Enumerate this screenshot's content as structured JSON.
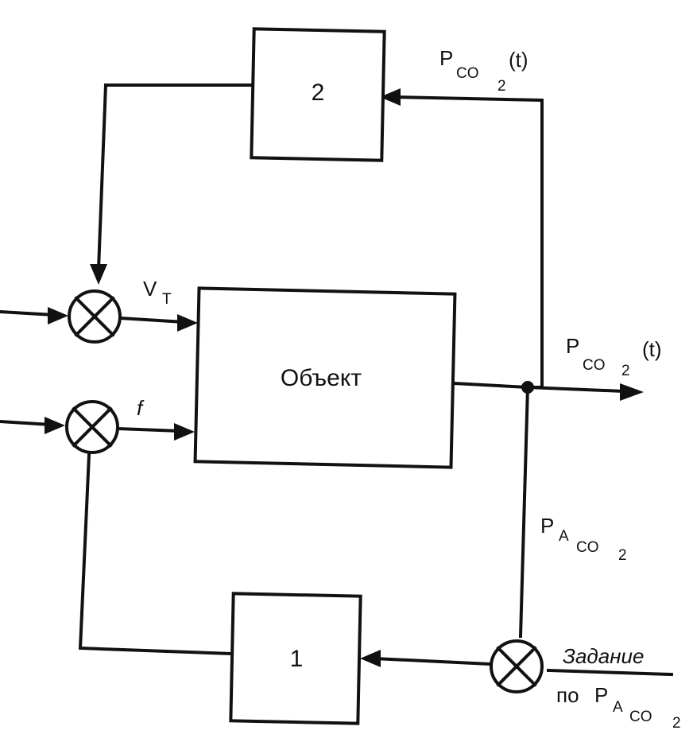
{
  "blocks": {
    "block2": {
      "label": "2"
    },
    "block1": {
      "label": "1"
    },
    "object": {
      "label": "Объект"
    }
  },
  "signals": {
    "output_top": {
      "p": "P",
      "sub": "CO",
      "sub2": "2",
      "arg": "(t)"
    },
    "output_main": {
      "p": "P",
      "sub": "CO",
      "sub2": "2",
      "arg": "(t)"
    },
    "input_vt": {
      "v": "V",
      "sub": "T"
    },
    "input_f": {
      "label": "f"
    },
    "alveolar": {
      "p": "P",
      "sub1": "A",
      "sub2": "CO",
      "sub3": "2"
    },
    "setpoint_line1": "Задание",
    "setpoint_line2": {
      "prefix": "по",
      "p": "P",
      "sub1": "A",
      "sub2": "CO",
      "sub3": "2"
    }
  }
}
